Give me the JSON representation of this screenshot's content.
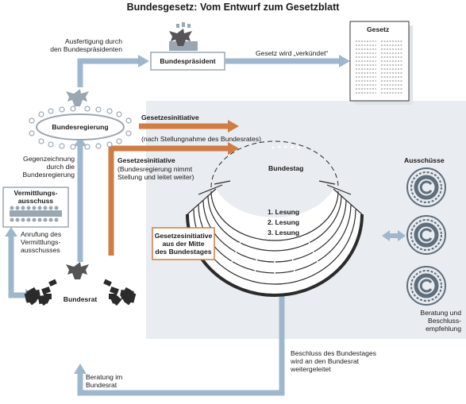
{
  "title": "Bundesgesetz: Vom Entwurf zum Gesetzblatt",
  "nodes": {
    "bundespraesident": "Bundespräsident",
    "gesetz": "Gesetz",
    "bundesregierung": "Bundesregierung",
    "bundestag": "Bundestag",
    "bundesrat": "Bundesrat",
    "ausschuesse": "Ausschüsse",
    "vermittlungsausschuss": "Vermittlungs-\nausschuss"
  },
  "lesungen": [
    "1. Lesung",
    "2. Lesung",
    "3. Lesung"
  ],
  "labels": {
    "ausfertigung": "Ausfertigung durch\nden Bundespräsidenten",
    "verkuendet": "Gesetz wird „verkündet“",
    "gesetzesinitiative_1_title": "Gesetzesinitiative",
    "gesetzesinitiative_1_note": "(nach Stellungnahme des Bundesrates)",
    "gesetzesinitiative_2_title": "Gesetzesinitiative",
    "gesetzesinitiative_2_note": "(Bundesregierung nimmt\nStellung und leitet weiter)",
    "gegenzeichnung": "Gegenzeichnung\ndurch die\nBundesregierung",
    "anrufung": "Anrufung des\nVermittlungs-\nausschusses",
    "initiative_mitte": "Gesetzesinitiative\naus der Mitte\ndes Bundestages",
    "beratung_beschluss": "Beratung und\nBeschluss-\nempfehlung",
    "beschluss_bundestag": "Beschluss des Bundestages\nwird an den Bundesrat\nweitergeleitet",
    "beratung_bundesrat": "Beratung im\nBundesrat"
  },
  "colors": {
    "arrow_blue": "#9fb7cc",
    "arrow_orange": "#cf7c45",
    "panel": "#e8ecf0",
    "dark": "#222222"
  }
}
